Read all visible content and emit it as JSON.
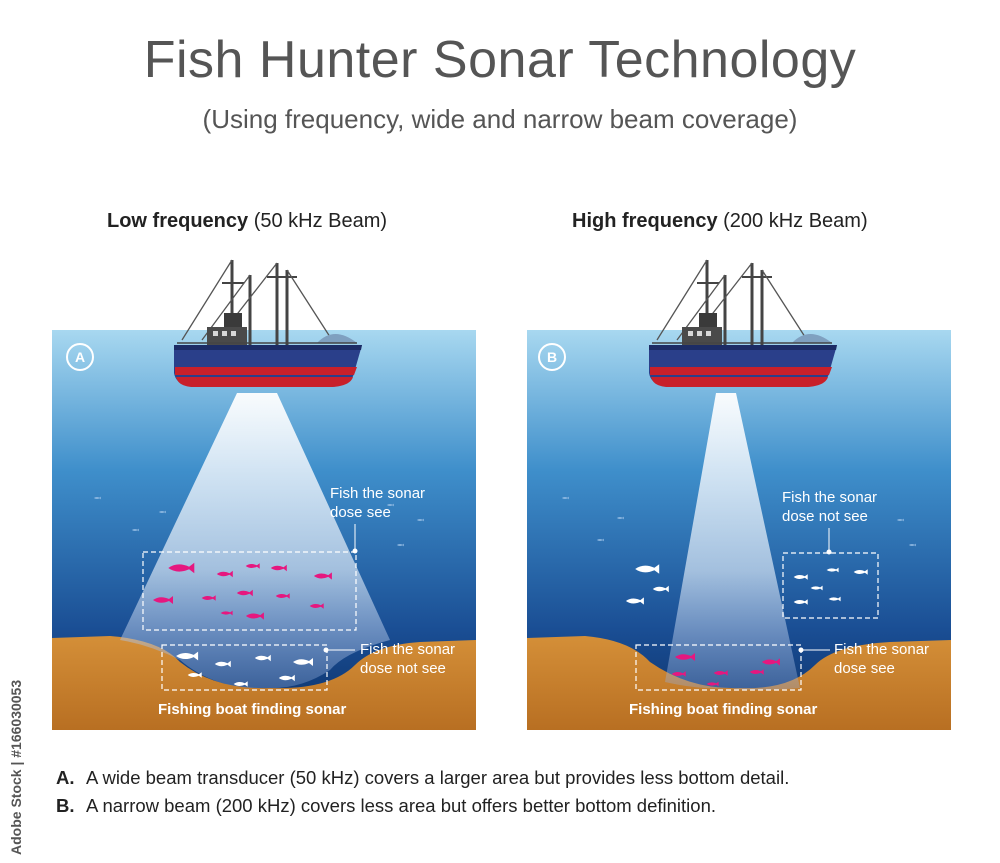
{
  "title": "Fish Hunter Sonar Technology",
  "subtitle": "(Using frequency, wide and narrow beam coverage)",
  "panels": {
    "a": {
      "heading_bold": "Low frequency",
      "heading_rest": " (50 kHz Beam)",
      "badge": "A",
      "callout_top_line1": "Fish the sonar",
      "callout_top_line2": "dose see",
      "callout_bottom_line1": "Fish the sonar",
      "callout_bottom_line2": "dose not see",
      "bottom_label": "Fishing boat finding sonar"
    },
    "b": {
      "heading_bold": "High frequency",
      "heading_rest": " (200 kHz Beam)",
      "badge": "B",
      "callout_top_line1": "Fish the sonar",
      "callout_top_line2": "dose not see",
      "callout_bottom_line1": "Fish the sonar",
      "callout_bottom_line2": "dose see",
      "bottom_label": "Fishing boat finding sonar"
    }
  },
  "notes": [
    {
      "letter": "A.",
      "text": "A wide beam transducer (50 kHz) covers a larger area but provides less bottom detail."
    },
    {
      "letter": "B.",
      "text": "A narrow beam (200 kHz) covers less area but offers better bottom definition."
    }
  ],
  "watermark": "Adobe Stock | #166030053",
  "colors": {
    "water_top": "#9fd3ee",
    "water_bottom": "#0b2f66",
    "seabed": "#c8822f",
    "hull_blue": "#2a3f8a",
    "hull_red": "#c8202a",
    "fish_seen": "#e6177f",
    "fish_unseen": "#ffffff"
  }
}
